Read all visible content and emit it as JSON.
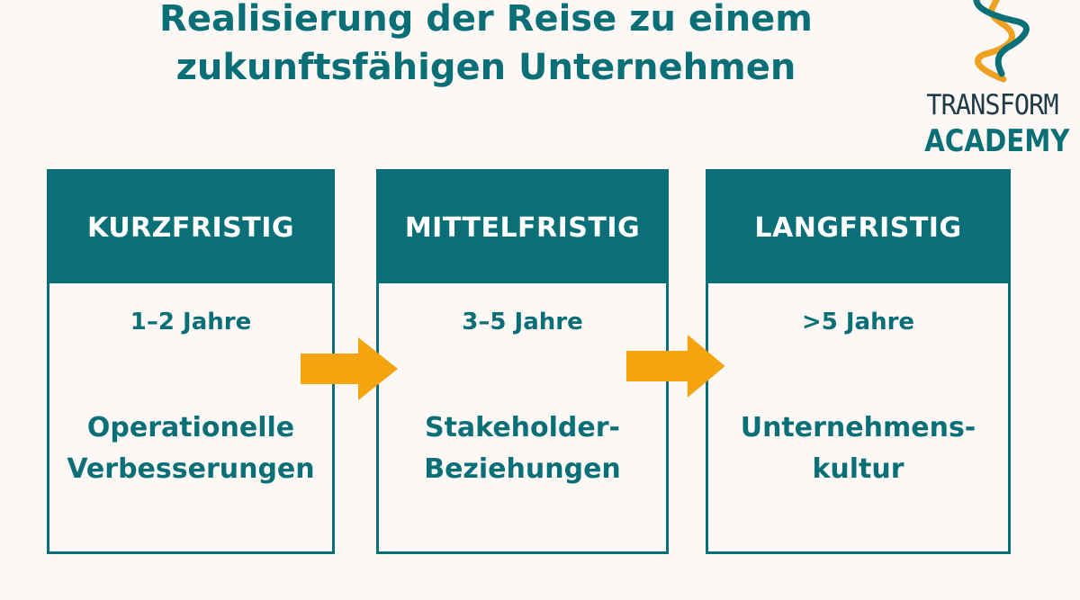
{
  "title": {
    "line1": "Realisierung der Reise zu einem",
    "line2": "zukunftsfähigen Unternehmen"
  },
  "logo": {
    "top_text": "TRANSFORM",
    "bottom_text": "ACADEMY",
    "swirl_icon": "double-helix-swirl",
    "colors": {
      "teal": "#0b6f78",
      "orange": "#f0a020"
    }
  },
  "phases": [
    {
      "header": "KURZFRISTIG",
      "period": "1–2 Jahre",
      "focus_line1": "Operationelle",
      "focus_line2": "Verbesserungen"
    },
    {
      "header": "MITTELFRISTIG",
      "period": "3–5 Jahre",
      "focus_line1": "Stakeholder-",
      "focus_line2": "Beziehungen"
    },
    {
      "header": "LANGFRISTIG",
      "period": ">5 Jahre",
      "focus_line1": "Unternehmens-",
      "focus_line2": "kultur"
    }
  ],
  "colors": {
    "background": "#fbf8f5",
    "primary": "#0b6f78",
    "arrow": "#f4a40f"
  },
  "arrows": [
    "arrow-right-icon",
    "arrow-right-icon"
  ]
}
